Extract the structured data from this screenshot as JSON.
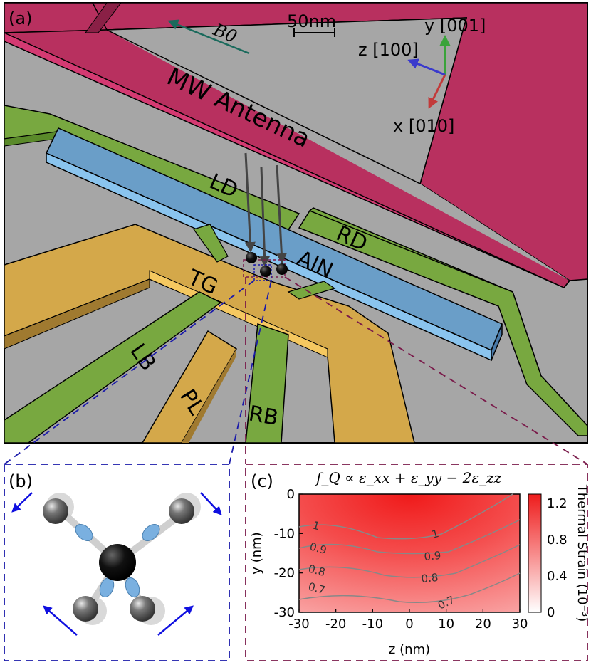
{
  "panel_a": {
    "label": "(a)",
    "b0_label": "B0",
    "scale_label": "50nm",
    "axes": {
      "y_label": "y [001]",
      "z_label": "z [100]",
      "x_label": "x [010]",
      "colors": {
        "y": "#3aa33a",
        "z": "#3a3acc",
        "x": "#c23a3a"
      }
    },
    "labels": {
      "antenna": "MW Antenna",
      "ld": "LD",
      "rd": "RD",
      "aln": "AlN",
      "tg": "TG",
      "lb": "LB",
      "pl": "PL",
      "rb": "RB"
    },
    "colors": {
      "substrate": "#a6a6a6",
      "antenna": "#b8305f",
      "green_electrode": "#78a840",
      "gold_electrode": "#d4a84a",
      "aln_beam": "#6a9ec8",
      "defect_sphere": "#222222",
      "zoom_b": "#1a1aaa",
      "zoom_c": "#7a1a4a"
    }
  },
  "panel_b": {
    "label": "(b)",
    "colors": {
      "center_atom": "#111111",
      "neighbor_atom": "#888888",
      "orbital": "#7ab0e0",
      "arrow": "#1010e0"
    }
  },
  "panel_c": {
    "label": "(c)",
    "formula": "f_Q ∝ ε_xx + ε_yy − 2ε_zz",
    "colorbar_label": "Thermal Strain (10⁻³)",
    "colorbar_ticks": [
      "1.2",
      "0.8",
      "0.4",
      "0"
    ],
    "chart_data": {
      "type": "heatmap",
      "xlabel": "z (nm)",
      "ylabel": "y (nm)",
      "x_ticks": [
        -30,
        -20,
        -10,
        0,
        10,
        20,
        30
      ],
      "y_ticks": [
        0,
        -10,
        -20,
        -30
      ],
      "xlim": [
        -30,
        30
      ],
      "ylim": [
        -30,
        0
      ],
      "colorbar_range": [
        0,
        1.3
      ],
      "contour_levels": [
        1,
        0.9,
        0.8,
        0.7
      ],
      "contour_labels": [
        "1",
        "0.9",
        "0.8",
        "0.7",
        "1",
        "0.9",
        "0.8",
        "0.7"
      ]
    }
  }
}
